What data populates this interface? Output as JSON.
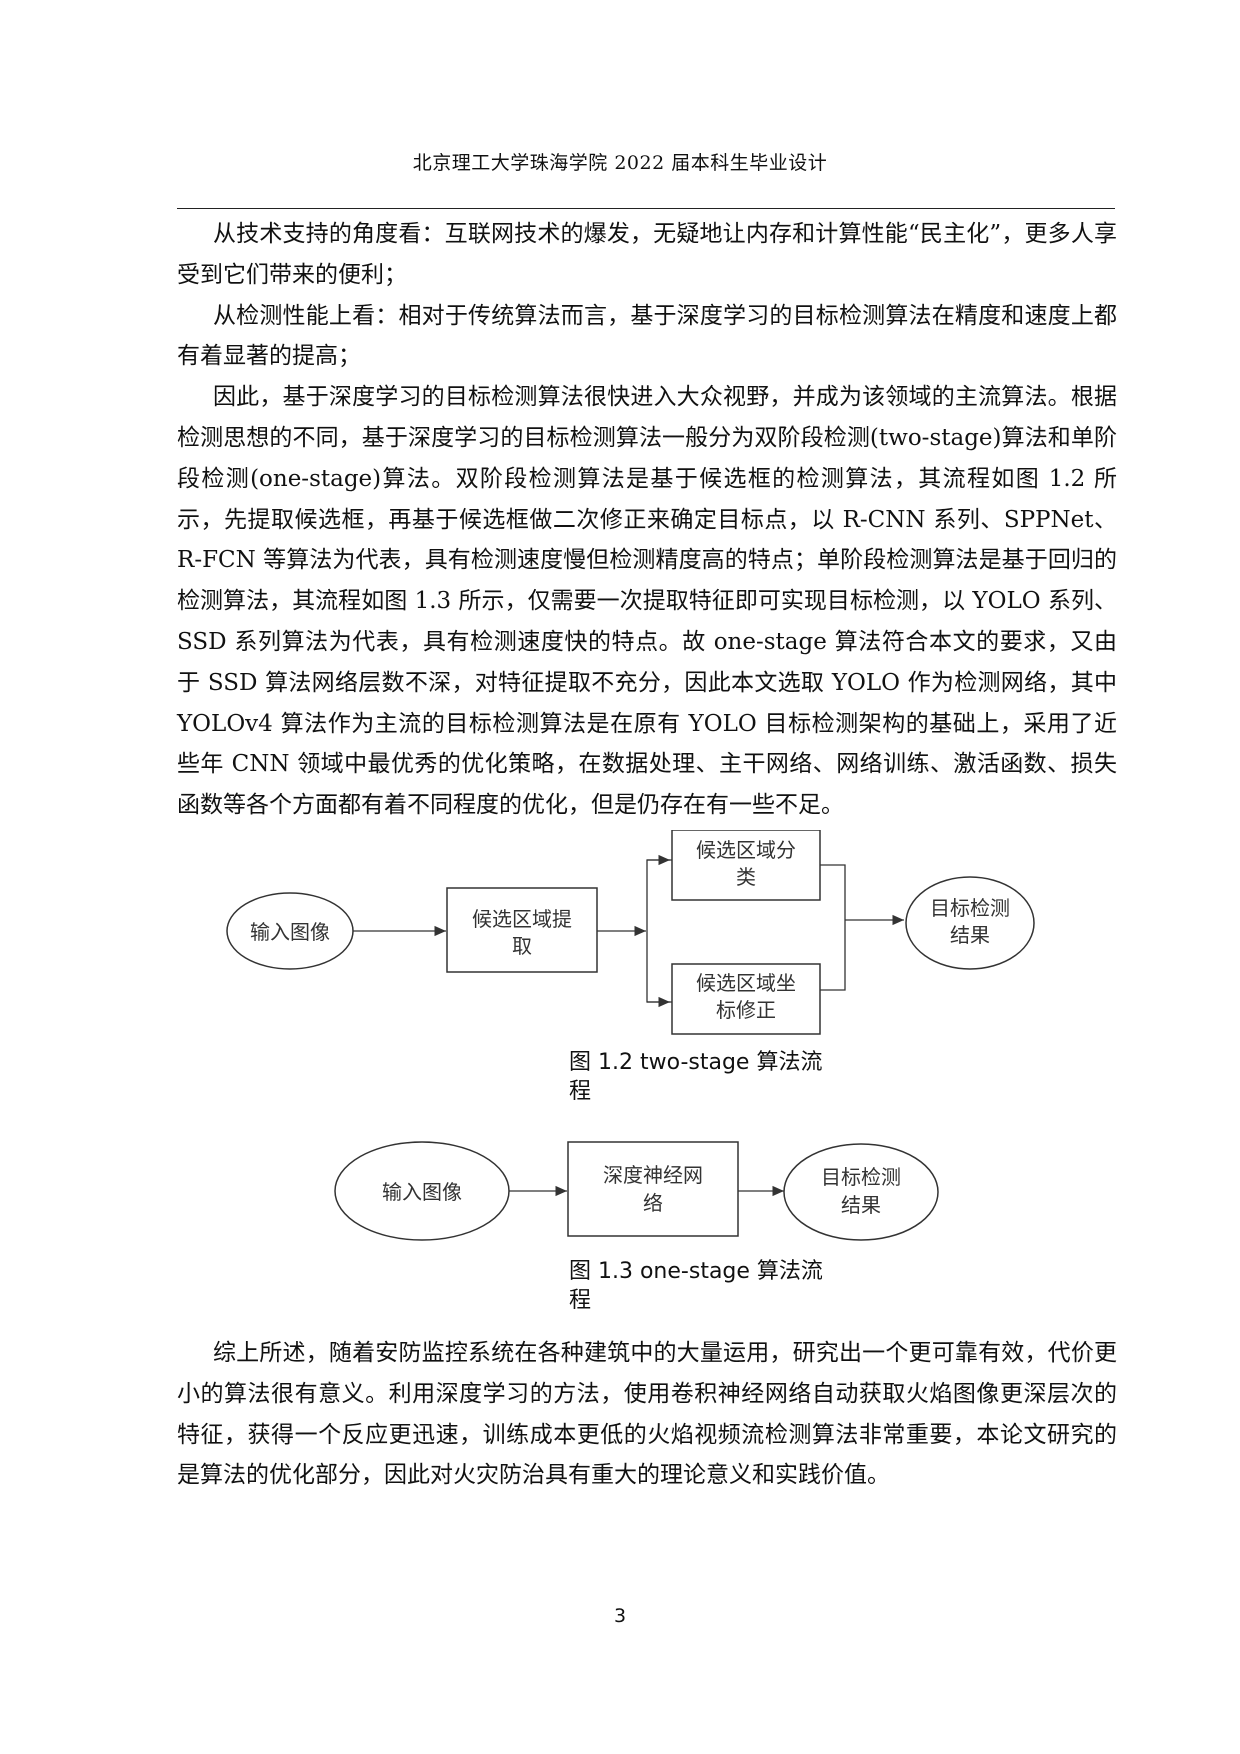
{
  "header": {
    "title": "北京理工大学珠海学院 2022 届本科生毕业设计"
  },
  "paragraphs_top": [
    "从技术支持的角度看：互联网技术的爆发，无疑地让内存和计算性能“民主化”，更多人享受到它们带来的便利；",
    "从检测性能上看：相对于传统算法而言，基于深度学习的目标检测算法在精度和速度上都有着显著的提高；",
    "因此，基于深度学习的目标检测算法很快进入大众视野，并成为该领域的主流算法。根据检测思想的不同，基于深度学习的目标检测算法一般分为双阶段检测(two-stage)算法和单阶段检测(one-stage)算法。双阶段检测算法是基于候选框的检测算法，其流程如图 1.2 所示，先提取候选框，再基于候选框做二次修正来确定目标点，以 R-CNN 系列、SPPNet、R-FCN 等算法为代表，具有检测速度慢但检测精度高的特点；单阶段检测算法是基于回归的检测算法，其流程如图 1.3 所示，仅需要一次提取特征即可实现目标检测，以 YOLO 系列、SSD 系列算法为代表，具有检测速度快的特点。故 one-stage 算法符合本文的要求，又由于 SSD 算法网络层数不深，对特征提取不充分，因此本文选取 YOLO 作为检测网络，其中 YOLOv4 算法作为主流的目标检测算法是在原有 YOLO 目标检测架构的基础上，采用了近些年 CNN 领域中最优秀的优化策略，在数据处理、主干网络、网络训练、激活函数、损失函数等各个方面都有着不同程度的优化，但是仍存在有一些不足。"
  ],
  "figure_1_2": {
    "input": "输入图像",
    "extract": [
      "候选区域提",
      "取"
    ],
    "classify": [
      "候选区域分",
      "类"
    ],
    "refine": [
      "候选区域坐",
      "标修正"
    ],
    "result": [
      "目标检测",
      "结果"
    ],
    "caption": [
      "图 1.2 two-stage 算法流",
      "程"
    ]
  },
  "figure_1_3": {
    "input": "输入图像",
    "network": [
      "深度神经网",
      "络"
    ],
    "result": [
      "目标检测",
      "结果"
    ],
    "caption": [
      "图 1.3 one-stage 算法流",
      "程"
    ]
  },
  "paragraphs_bottom": [
    "综上所述，随着安防监控系统在各种建筑中的大量运用，研究出一个更可靠有效，代价更小的算法很有意义。利用深度学习的方法，使用卷积神经网络自动获取火焰图像更深层次的特征，获得一个反应更迅速，训练成本更低的火焰视频流检测算法非常重要，本论文研究的是算法的优化部分，因此对火灾防治具有重大的理论意义和实践价值。"
  ],
  "page_number": "3"
}
